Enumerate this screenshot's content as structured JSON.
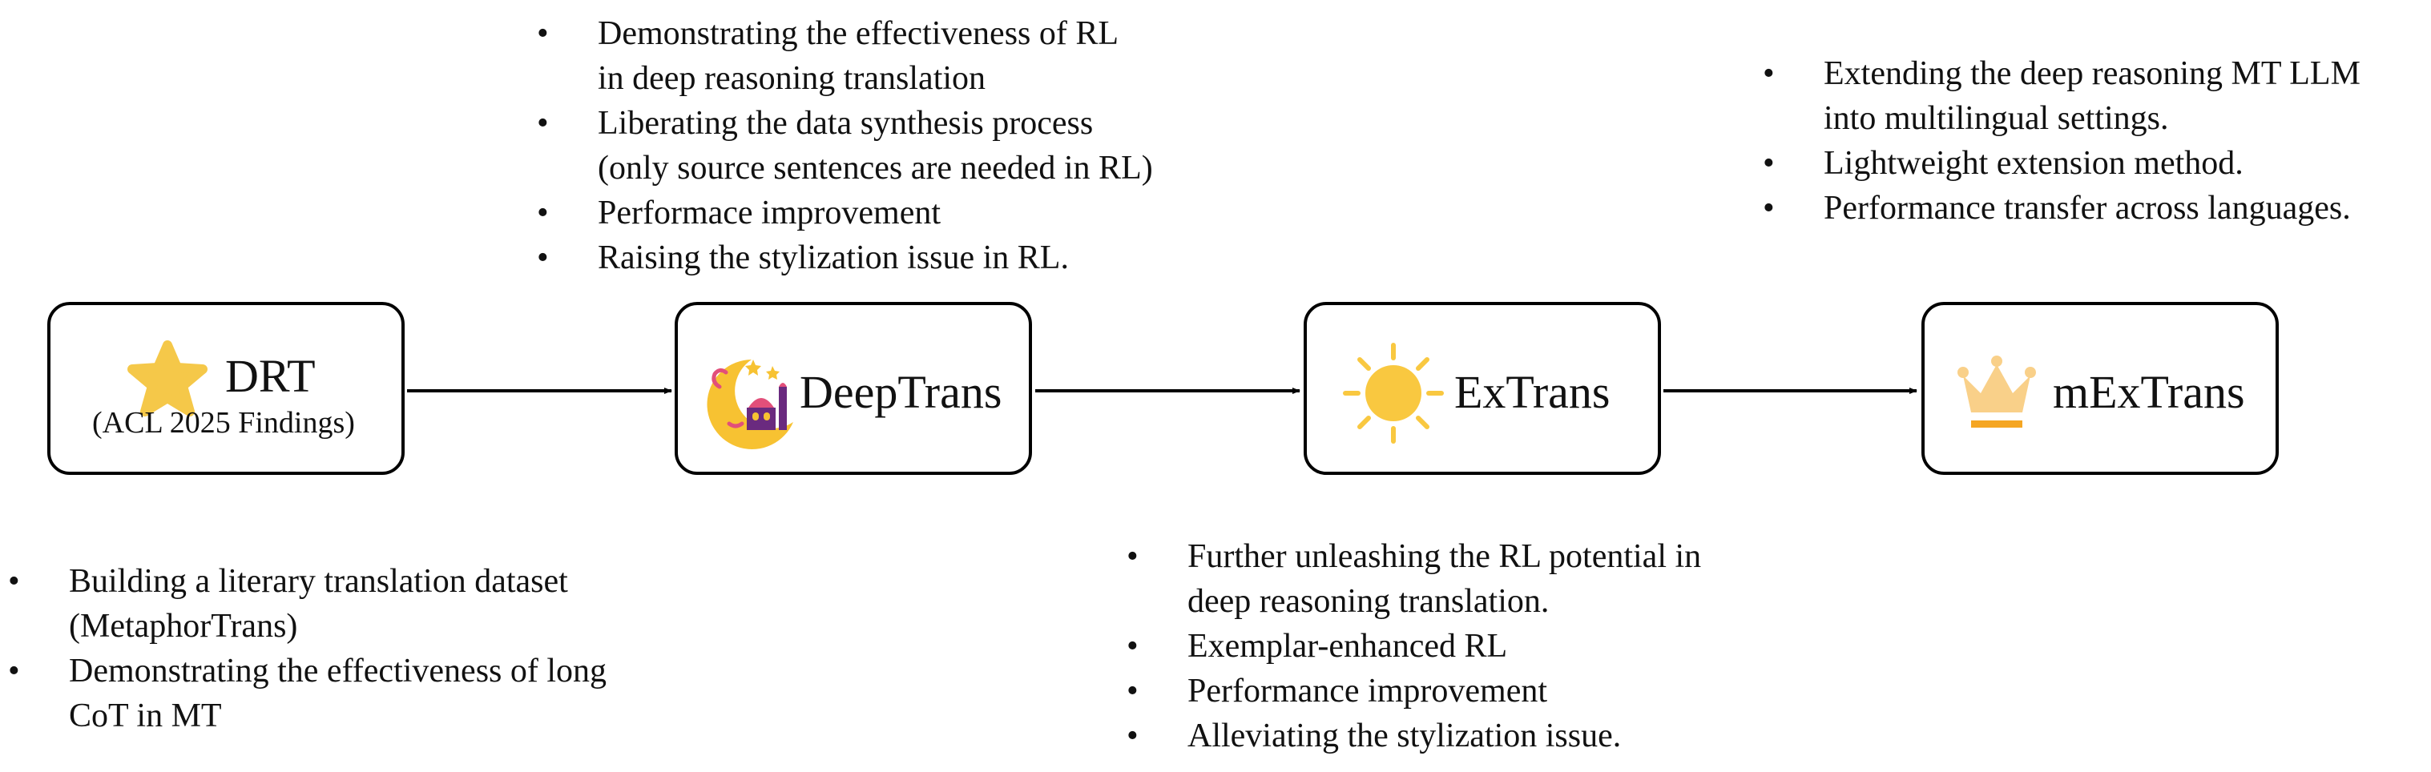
{
  "nodes": [
    {
      "title": "DRT",
      "subtitle": "(ACL 2025 Findings)",
      "icon": "star-icon",
      "icon_color": "#F5C849"
    },
    {
      "title": "DeepTrans",
      "icon": "crescent-moon-mosque-icon",
      "icon_color": "#F7C232"
    },
    {
      "title": "ExTrans",
      "icon": "sun-icon",
      "icon_color": "#F9C840"
    },
    {
      "title": "mExTrans",
      "icon": "crown-icon",
      "icon_color": "#F9D089"
    }
  ],
  "notes": {
    "drt": [
      [
        "Building a literary translation dataset",
        "(MetaphorTrans)"
      ],
      [
        "Demonstrating the effectiveness of long",
        "CoT in MT"
      ]
    ],
    "deeptrans": [
      [
        "Demonstrating the effectiveness of RL",
        "in deep reasoning translation"
      ],
      [
        "Liberating the data synthesis process",
        "(only source sentences are needed in RL)"
      ],
      [
        "Performace improvement"
      ],
      [
        "Raising the stylization issue in RL."
      ]
    ],
    "extrans": [
      [
        "Further unleashing the RL potential in",
        "deep reasoning translation."
      ],
      [
        "Exemplar-enhanced RL"
      ],
      [
        "Performance improvement"
      ],
      [
        "Alleviating the stylization issue."
      ]
    ],
    "mextrans": [
      [
        "Extending the deep reasoning MT LLM",
        "into multilingual settings."
      ],
      [
        "Lightweight extension method."
      ],
      [
        "Performance transfer across languages."
      ]
    ]
  },
  "colors": {
    "box_border": "#000000",
    "arrow": "#000000",
    "text": "#111111"
  }
}
